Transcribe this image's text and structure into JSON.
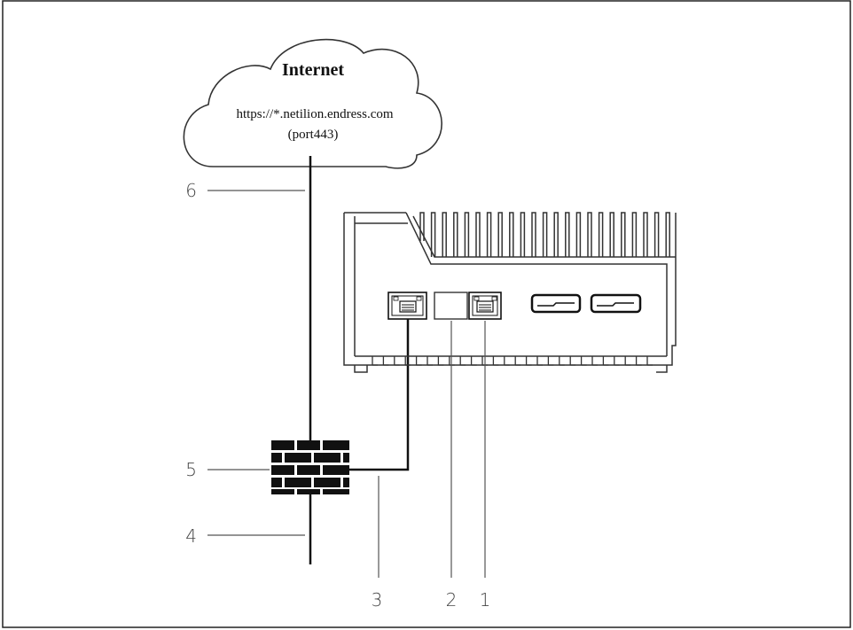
{
  "cloud": {
    "title": "Internet",
    "url": "https://*.netilion.endress.com",
    "port": "(port443)"
  },
  "callouts": {
    "c1": "1",
    "c2": "2",
    "c3": "3",
    "c4": "4",
    "c5": "5",
    "c6": "6"
  },
  "colors": {
    "line": "#111111",
    "callout_line": "#555555",
    "frame": "#222222"
  },
  "icons": [
    "cloud-icon",
    "firewall-icon",
    "edge-device-icon",
    "ethernet-port-icon",
    "usb-port-icon"
  ]
}
